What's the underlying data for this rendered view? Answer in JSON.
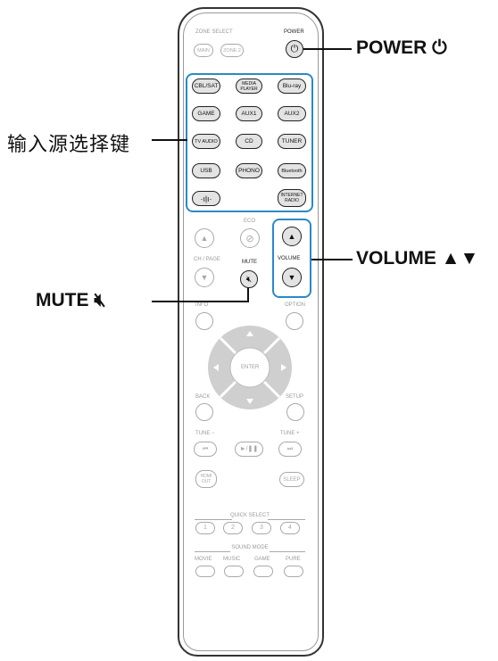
{
  "labels": {
    "power": "POWER ⏻",
    "input_source": "输入源选择键",
    "volume": "VOLUME ▲▼",
    "mute": "MUTE 🔇︎"
  },
  "remote": {
    "zone_select": "ZONE SELECT",
    "main": "MAIN",
    "zone2": "ZONE 2",
    "power": "POWER",
    "inputs": [
      [
        "CBL/SAT",
        "MEDIA PLAYER",
        "Blu-ray"
      ],
      [
        "GAME",
        "AUX1",
        "AUX2"
      ],
      [
        "TV AUDIO",
        "CD",
        "TUNER"
      ],
      [
        "USB",
        "PHONO",
        "Bluetooth"
      ],
      [
        "HEOS",
        "",
        "INTERNET RADIO"
      ]
    ],
    "eco": "ECO",
    "ch_page": "CH / PAGE",
    "mute": "MUTE",
    "volume": "VOLUME",
    "info": "INFO",
    "option": "OPTION",
    "enter": "ENTER",
    "back": "BACK",
    "setup": "SETUP",
    "tune_minus": "TUNE −",
    "tune_plus": "TUNE +",
    "hdmi_out": "HDMI OUT",
    "sleep": "SLEEP",
    "quick_select": "QUICK SELECT",
    "quick": [
      "1",
      "2",
      "3",
      "4"
    ],
    "sound_mode": "SOUND MODE",
    "modes": [
      "MOVIE",
      "MUSIC",
      "GAME",
      "PURE"
    ]
  },
  "colors": {
    "highlight": "#2a89c7",
    "button_dark": "#222222",
    "button_dim": "#a9a9a9"
  }
}
